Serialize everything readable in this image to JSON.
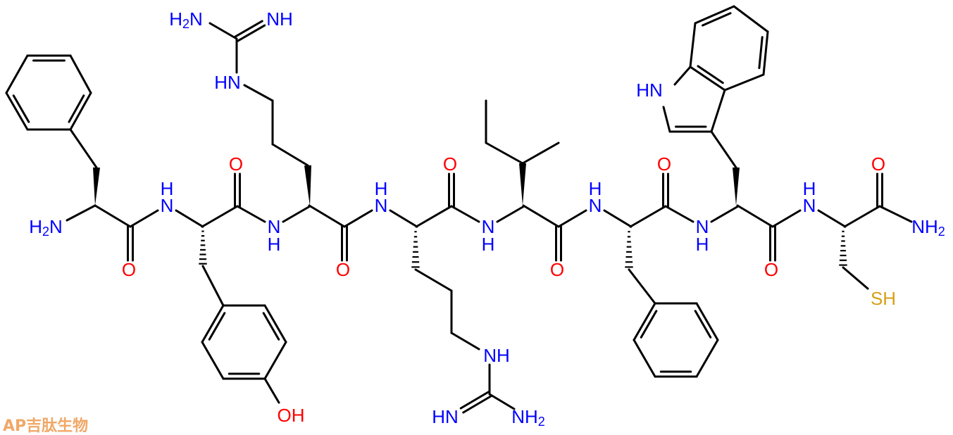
{
  "colors": {
    "nitrogen": "#0000ff",
    "oxygen": "#ff0000",
    "sulfur": "#d4a017",
    "bond": "#000000",
    "watermark": "#f0a868"
  },
  "labels": {
    "n_terminus": [
      "H",
      "2",
      "N"
    ],
    "amide_n": "N",
    "amide_h": "H",
    "carbonyl_o": "O",
    "arg3_hn": "HN",
    "arg3_h2n": [
      "H",
      "2",
      "N"
    ],
    "arg3_nh": "NH",
    "arg4_nh": "NH",
    "arg4_hn": "HN",
    "arg4_nh2": [
      "NH",
      "2"
    ],
    "tyr_oh": "OH",
    "trp_hn": "HN",
    "c_terminus_nh2": [
      "NH",
      "2"
    ],
    "cys_sh": "SH"
  },
  "watermark": "AP吉肽生物"
}
